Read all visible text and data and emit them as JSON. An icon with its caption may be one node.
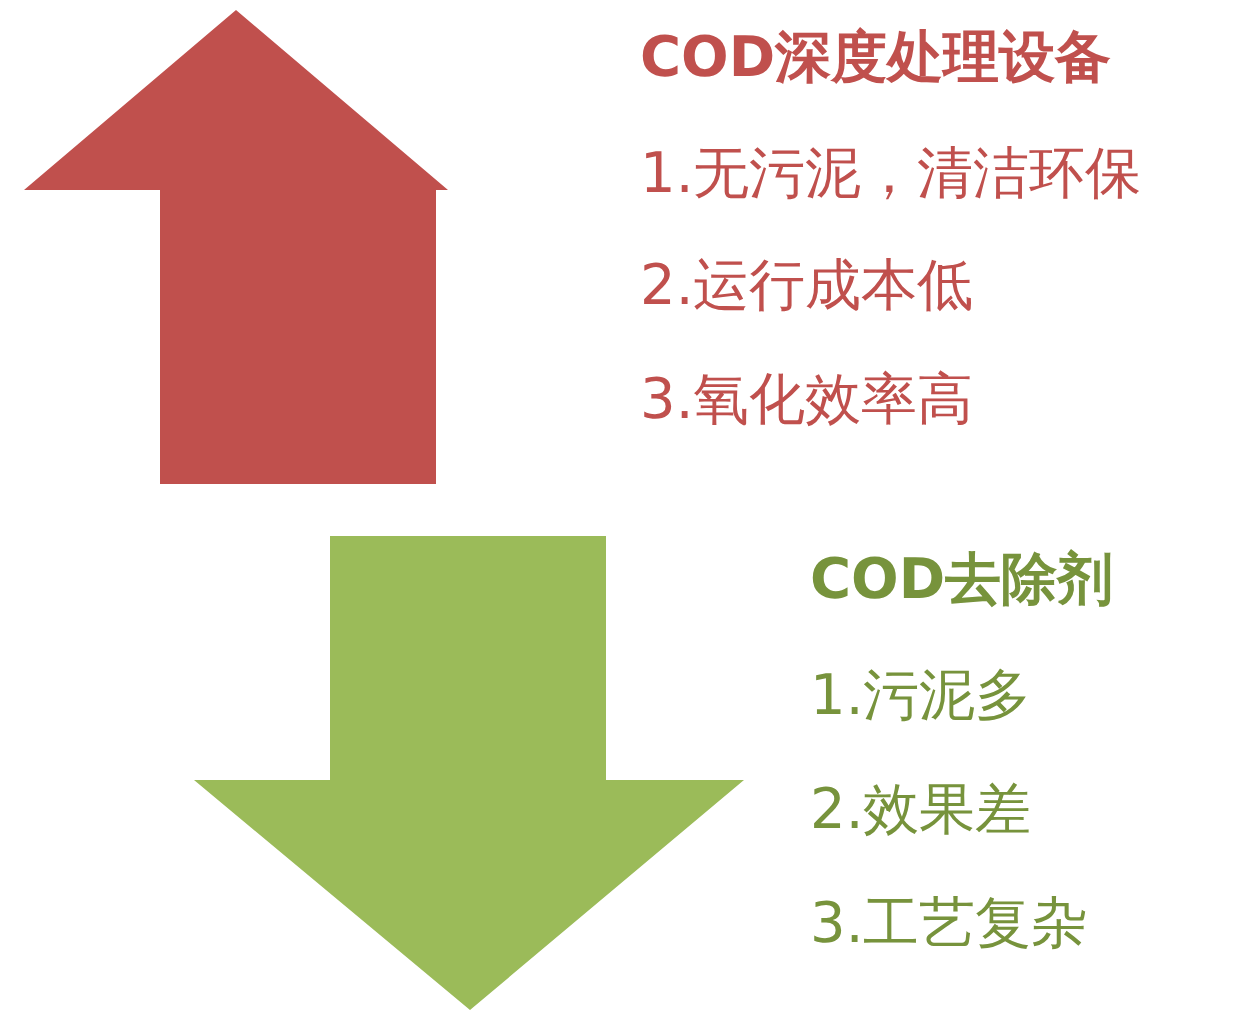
{
  "diagram": {
    "labels": [
      "COD深度处理设备",
      "1.无污泥，清洁环保",
      "2.运行成本低",
      "3.氧化效率高",
      "COD去除剂",
      "1.污泥多",
      "2.效果差",
      "3.工艺复杂"
    ]
  }
}
